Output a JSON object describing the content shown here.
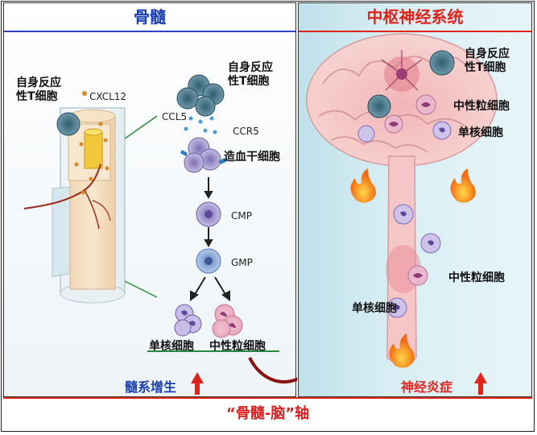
{
  "left": {
    "title": "骨髓",
    "t_cell_label_1": "自身反应",
    "t_cell_label_2": "性T细胞",
    "cxcl12": "CXCL12",
    "t_cell_top_1": "自身反应",
    "t_cell_top_2": "性T细胞",
    "ccl5": "CCL5",
    "ccr5": "CCR5",
    "hsc": "造血干细胞",
    "cmp": "CMP",
    "gmp": "GMP",
    "monocyte": "单核细胞",
    "neutrophil": "中性粒细胞",
    "myelopoiesis": "髓系增生"
  },
  "right": {
    "title": "中枢神经系统",
    "t_cell_1": "自身反应",
    "t_cell_2": "性T细胞",
    "neutrophil_top": "中性粒细胞",
    "monocyte_top": "单核细胞",
    "neutrophil_cord": "中性粒细胞",
    "monocyte_cord": "单核细胞",
    "inflammation": "神经炎症"
  },
  "caption": "“骨髓-脑”轴",
  "colors": {
    "blue_title": "#1a3fb0",
    "red_title": "#e0231b",
    "arrow_red": "#e0231b"
  }
}
